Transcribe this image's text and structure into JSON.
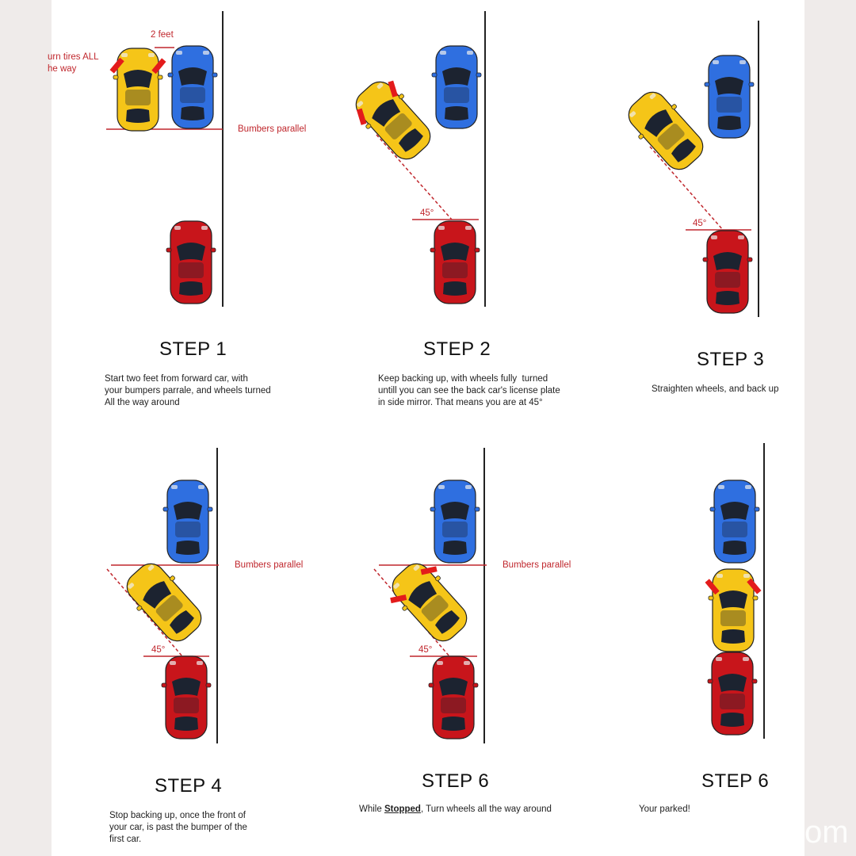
{
  "colors": {
    "yellow": "#f5c518",
    "blue": "#2f6fe0",
    "red": "#c8151b",
    "guide": "#c0272d"
  },
  "steps": [
    {
      "title": "STEP 1",
      "desc": "Start two feet from forward car, with\nyour bumpers parrale, and wheels turned\nAll the way around",
      "notes": {
        "turn": "urn tires ALL\nhe way",
        "feet": "2 feet",
        "bumpers": "Bumbers parallel"
      }
    },
    {
      "title": "STEP 2",
      "desc": "Keep backing up, with wheels fully  turned\nuntill you can see the back car's license plate\nin side mirror. That means you are at 45°",
      "notes": {
        "angle": "45°"
      }
    },
    {
      "title": "STEP 3",
      "desc": "Straighten wheels, and back up",
      "notes": {
        "angle": "45°"
      }
    },
    {
      "title": "STEP 4",
      "desc": "Stop backing up, once the front of\nyour car, is past the bumper of the\nfirst car.",
      "notes": {
        "angle": "45°",
        "bumpers": "Bumbers parallel"
      }
    },
    {
      "title": "STEP 6",
      "desc_pre": "While ",
      "desc_bold": "Stopped",
      "desc_post": ", Turn wheels all the way around",
      "notes": {
        "angle": "45°",
        "bumpers": "Bumbers parallel"
      }
    },
    {
      "title": "STEP 6",
      "desc": "Your parked!"
    }
  ],
  "watermark": "om"
}
